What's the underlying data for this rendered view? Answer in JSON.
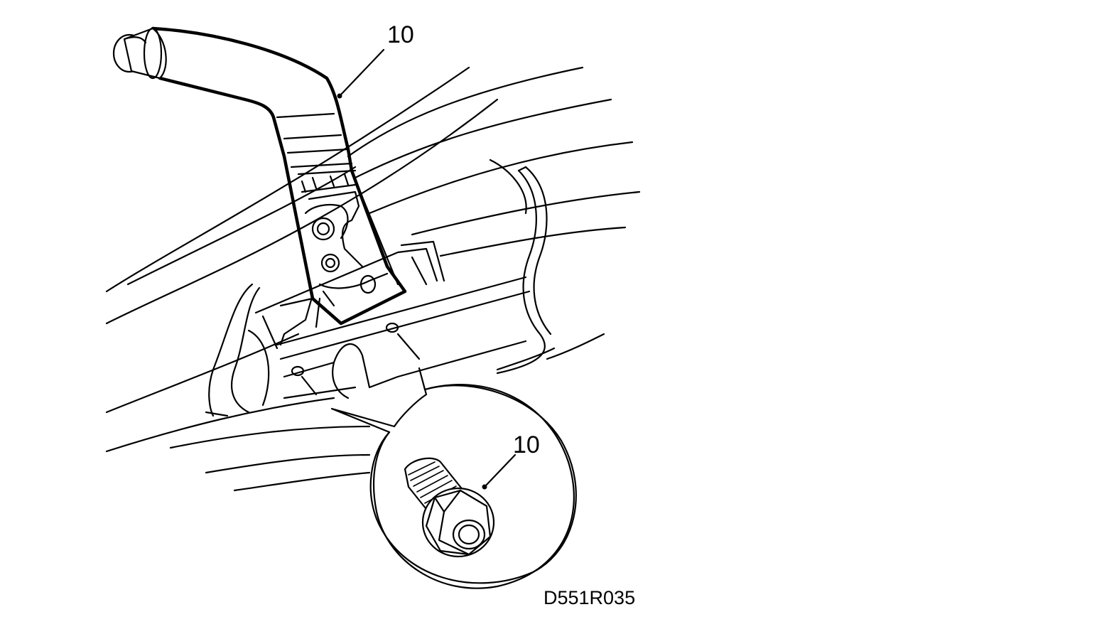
{
  "callouts": {
    "lever_label": "10",
    "bolt_label": "10"
  },
  "figure_code": "D551R035"
}
